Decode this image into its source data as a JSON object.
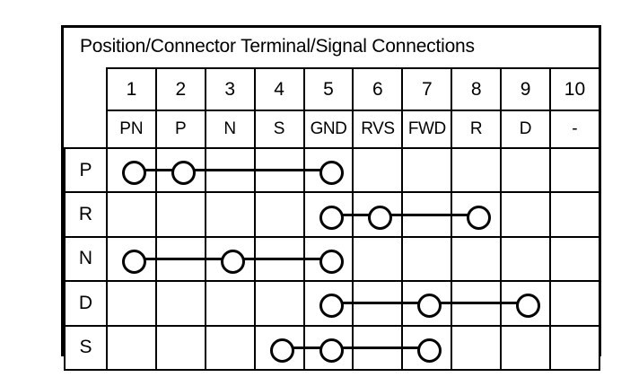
{
  "panel": {
    "title": "Position/Connector Terminal/Signal Connections"
  },
  "grid": {
    "terminal_numbers": [
      "1",
      "2",
      "3",
      "4",
      "5",
      "6",
      "7",
      "8",
      "9",
      "10"
    ],
    "signal_names": [
      "PN",
      "P",
      "N",
      "S",
      "GND",
      "RVS",
      "FWD",
      "R",
      "D",
      "-"
    ],
    "position_labels": [
      "P",
      "R",
      "N",
      "D",
      "S"
    ],
    "connections": [
      {
        "position": "P",
        "terminals": [
          1,
          2,
          5
        ]
      },
      {
        "position": "R",
        "terminals": [
          5,
          6,
          8
        ]
      },
      {
        "position": "N",
        "terminals": [
          1,
          3,
          5
        ]
      },
      {
        "position": "D",
        "terminals": [
          5,
          7,
          9
        ]
      },
      {
        "position": "S",
        "terminals": [
          4,
          5,
          7
        ]
      }
    ]
  },
  "style": {
    "line_color": "#000000",
    "node_fill": "#ffffff",
    "background": "#ffffff"
  }
}
